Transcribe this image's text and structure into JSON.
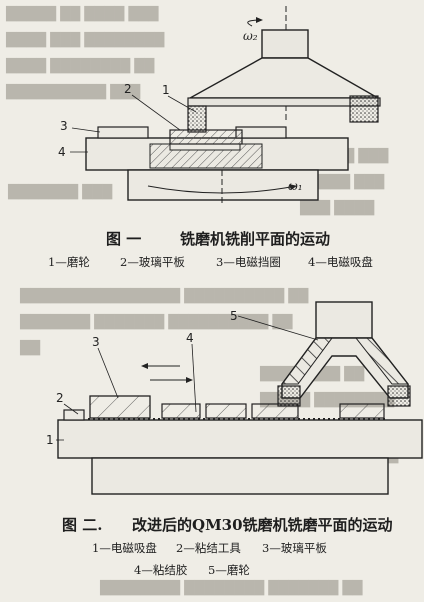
{
  "figure1": {
    "caption_number": "图 一",
    "caption_title": "铣磨机铣削平面的运动",
    "legend": [
      "1—磨轮",
      "2—玻璃平板",
      "3—电磁挡圈",
      "4—电磁吸盘"
    ],
    "labels": [
      "1",
      "2",
      "3",
      "4"
    ],
    "omega1": "ω₁",
    "omega2": "ω₂"
  },
  "figure2": {
    "caption_number": "图 二.",
    "caption_title": "改进后的QM30铣磨机铣磨平面的运动",
    "legend_line1": [
      "1—电磁吸盘",
      "2—粘结工具",
      "3—玻璃平板"
    ],
    "legend_line2": [
      "4—粘结胶",
      "5—磨轮"
    ],
    "labels": [
      "1",
      "2",
      "3",
      "4",
      "5"
    ]
  },
  "colors": {
    "paper": "#efede6",
    "ink": "#222222",
    "hatch": "#555555",
    "faint": "#b9b6ad"
  }
}
